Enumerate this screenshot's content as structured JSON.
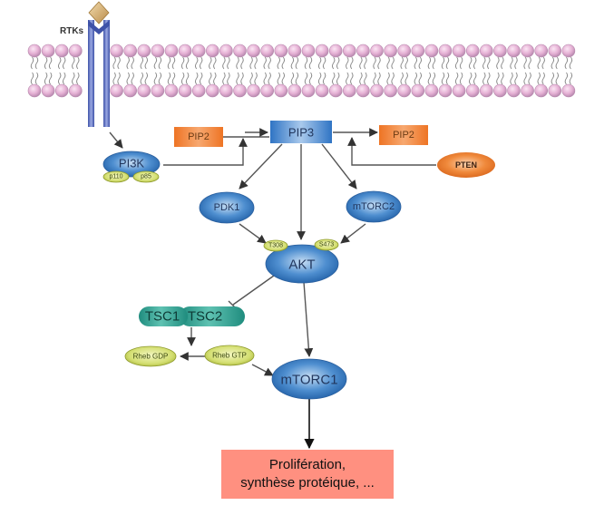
{
  "diagram": {
    "title": "PI3K/AKT/mTOR signaling pathway",
    "membrane_label": "RTKs",
    "nodes": {
      "pi3k": {
        "label": "PI3K",
        "subunits": [
          "p110",
          "p85"
        ]
      },
      "pip2_left": {
        "label": "PIP2"
      },
      "pip3": {
        "label": "PIP3"
      },
      "pip2_right": {
        "label": "PIP2"
      },
      "pten": {
        "label": "PTEN"
      },
      "pdk1": {
        "label": "PDK1"
      },
      "mtorc2": {
        "label": "mTORC2"
      },
      "akt": {
        "label": "AKT",
        "sites": [
          "T308",
          "S473"
        ]
      },
      "tsc1": {
        "label": "TSC1"
      },
      "tsc2": {
        "label": "TSC2"
      },
      "rheb_gdp": {
        "label": "Rheb GDP"
      },
      "rheb_gtp": {
        "label": "Rheb GTP"
      },
      "mtorc1": {
        "label": "mTORC1"
      }
    },
    "result": {
      "line1": "Prolifération,",
      "line2": "synthèse protéique, ..."
    },
    "edges": [
      {
        "from": "RTKs",
        "to": "PI3K",
        "type": "activation"
      },
      {
        "from": "PIP2",
        "to": "PIP3",
        "type": "conversion",
        "via": "PI3K"
      },
      {
        "from": "PIP3",
        "to": "PIP2",
        "type": "conversion",
        "via": "PTEN"
      },
      {
        "from": "PIP3",
        "to": "PDK1",
        "type": "activation"
      },
      {
        "from": "PIP3",
        "to": "AKT",
        "type": "activation"
      },
      {
        "from": "PIP3",
        "to": "mTORC2",
        "type": "activation"
      },
      {
        "from": "PDK1",
        "to": "AKT (T308)",
        "type": "activation"
      },
      {
        "from": "mTORC2",
        "to": "AKT (S473)",
        "type": "activation"
      },
      {
        "from": "AKT",
        "to": "TSC1/TSC2",
        "type": "inhibition"
      },
      {
        "from": "AKT",
        "to": "mTORC1",
        "type": "activation"
      },
      {
        "from": "TSC1/TSC2",
        "to": "Rheb GDP",
        "type": "activation"
      },
      {
        "from": "Rheb GTP",
        "to": "Rheb GDP",
        "type": "conversion"
      },
      {
        "from": "Rheb GTP",
        "to": "mTORC1",
        "type": "activation"
      },
      {
        "from": "mTORC1",
        "to": "Prolifération, synthèse protéique, ...",
        "type": "activation"
      }
    ],
    "colors": {
      "membrane_head": "#e8b4d8",
      "receptor": "#5b6fc0",
      "ligand": "#c9a066",
      "blue_node": "#3f82c8",
      "orange_node": "#f07e2e",
      "green_node": "#d7e27a",
      "teal_node": "#2e9a8c",
      "result_box": "#ff9080"
    }
  }
}
